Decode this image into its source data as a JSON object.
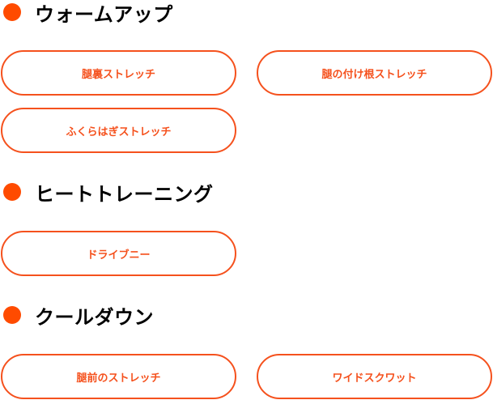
{
  "sections": [
    {
      "title": "ウォームアップ",
      "buttons": [
        "腿裏ストレッチ",
        "腿の付け根ストレッチ",
        "ふくらはぎストレッチ"
      ]
    },
    {
      "title": "ヒートトレーニング",
      "buttons": [
        "ドライブニー"
      ]
    },
    {
      "title": "クールダウン",
      "buttons": [
        "腿前のストレッチ",
        "ワイドスクワット"
      ]
    }
  ],
  "colors": {
    "accent": "#ff4b00",
    "button_border": "#f5511d",
    "title": "#000000"
  }
}
